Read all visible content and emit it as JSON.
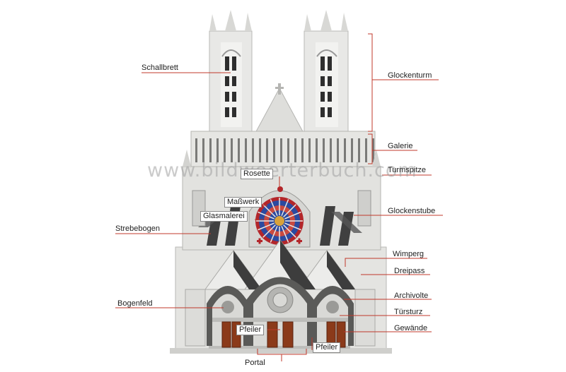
{
  "watermark": "www.bildwoerterbuch.com",
  "labels": {
    "schallbrett": "Schallbrett",
    "glockenturm": "Glockenturm",
    "galerie": "Galerie",
    "turmspitze": "Turmspitze",
    "rosette": "Rosette",
    "masswerk": "Maßwerk",
    "glasmalerei": "Glasmalerei",
    "glockenstube": "Glockenstube",
    "strebebogen": "Strebebogen",
    "wimperg": "Wimperg",
    "dreipass": "Dreipass",
    "archivolte": "Archivolte",
    "bogenfeld": "Bogenfeld",
    "tuersturz": "Türsturz",
    "gewaende": "Gewände",
    "pfeiler_left": "Pfeiler",
    "pfeiler_right": "Pfeiler",
    "portal": "Portal"
  },
  "colors": {
    "leader": "#c0392b",
    "stone": "#e9e9e7",
    "stone_mid": "#cfcfcc",
    "stone_dark": "#8e8e8c",
    "shadow": "#3a3a3a",
    "door": "#8b3a1a",
    "rose_red": "#b3262a",
    "rose_blue": "#2b4aa0"
  }
}
